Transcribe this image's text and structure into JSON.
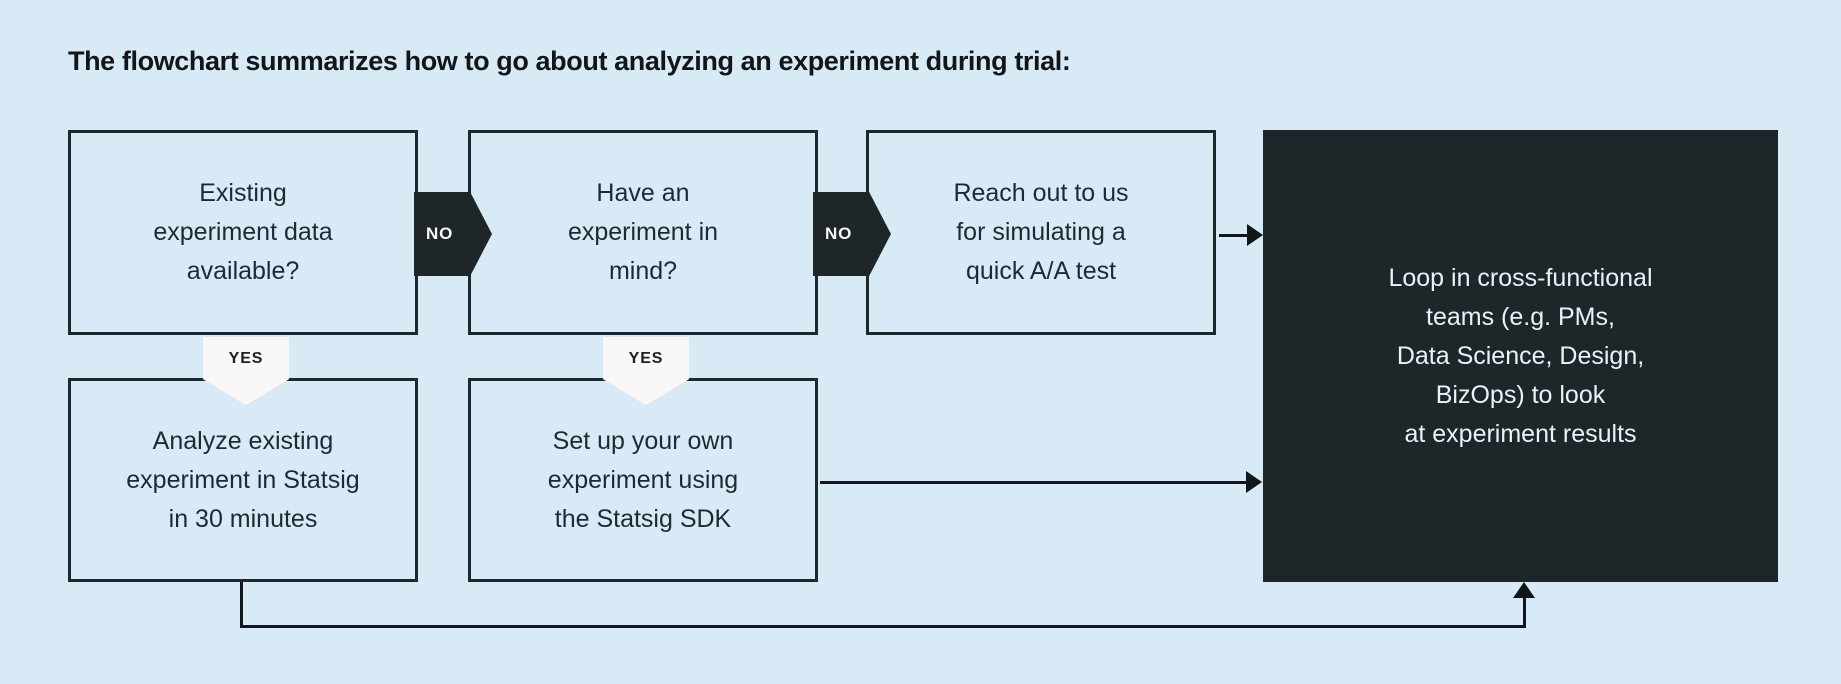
{
  "page": {
    "title": "The flowchart summarizes how to go about analyzing an experiment during trial:",
    "background_color": "#d9eaf7",
    "accent_dark": "#1e262a",
    "text_color": "#1c2b33"
  },
  "flowchart": {
    "type": "flowchart",
    "nodes": [
      {
        "id": "existing-data",
        "label": "Existing\nexperiment data\navailable?",
        "shape": "rect",
        "style": "light"
      },
      {
        "id": "experiment-in-mind",
        "label": "Have an\nexperiment in\nmind?",
        "shape": "rect",
        "style": "light"
      },
      {
        "id": "reach-out",
        "label": "Reach out to us\nfor simulating a\nquick A/A test",
        "shape": "rect",
        "style": "light"
      },
      {
        "id": "analyze-existing",
        "label": "Analyze existing\nexperiment in Statsig\nin 30 minutes",
        "shape": "rect",
        "style": "light"
      },
      {
        "id": "set-up-own",
        "label": "Set up your own\nexperiment using\nthe Statsig SDK",
        "shape": "rect",
        "style": "light"
      },
      {
        "id": "loop-in-teams",
        "label": "Loop in cross-functional\nteams (e.g. PMs,\nData Science, Design,\nBizOps) to look\nat experiment results",
        "shape": "rect",
        "style": "dark"
      }
    ],
    "edge_labels": [
      {
        "id": "no-1",
        "text": "NO",
        "shape": "chevron-right",
        "from": "existing-data",
        "to": "experiment-in-mind"
      },
      {
        "id": "no-2",
        "text": "NO",
        "shape": "chevron-right",
        "from": "experiment-in-mind",
        "to": "reach-out"
      },
      {
        "id": "yes-1",
        "text": "YES",
        "shape": "pentagon-down",
        "from": "existing-data",
        "to": "analyze-existing"
      },
      {
        "id": "yes-2",
        "text": "YES",
        "shape": "pentagon-down",
        "from": "experiment-in-mind",
        "to": "set-up-own"
      }
    ],
    "edges": [
      {
        "id": "edge-reach-to-loop",
        "from": "reach-out",
        "to": "loop-in-teams",
        "style": "arrow-right"
      },
      {
        "id": "edge-setup-to-loop",
        "from": "set-up-own",
        "to": "loop-in-teams",
        "style": "arrow-right"
      },
      {
        "id": "edge-analyze-to-loop",
        "from": "analyze-existing",
        "to": "loop-in-teams",
        "style": "elbow-arrow-up"
      }
    ]
  }
}
